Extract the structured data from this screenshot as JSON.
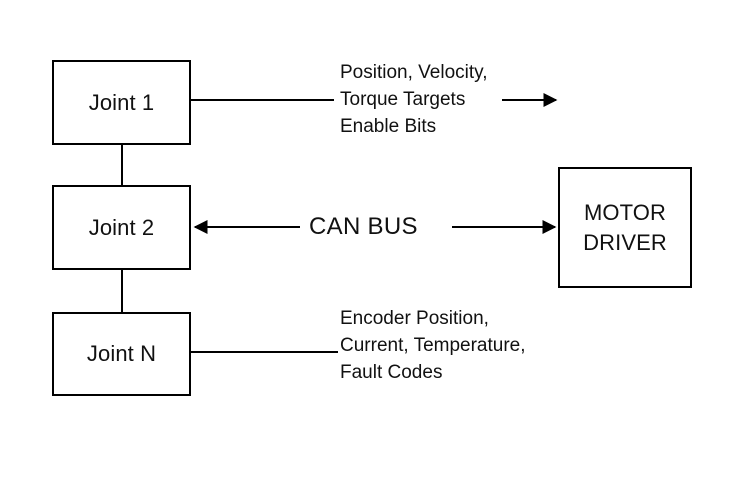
{
  "diagram": {
    "title": "CAN BUS joint-to-motor-driver communication diagram",
    "background_color": "#ffffff",
    "stroke_color": "#000000",
    "text_color": "#111111",
    "nodes": [
      {
        "id": "joint1",
        "label": "Joint 1"
      },
      {
        "id": "joint2",
        "label": "Joint 2"
      },
      {
        "id": "jointN",
        "label": "Joint N"
      },
      {
        "id": "motor_driver",
        "label": "MOTOR\nDRIVER"
      }
    ],
    "bus": {
      "label": "CAN BUS",
      "direction": "bidirectional"
    },
    "annotations": [
      {
        "id": "downstream",
        "text": "Position, Velocity,\nTorque Targets\nEnable Bits",
        "arrow": "right"
      },
      {
        "id": "upstream",
        "text": "Encoder Position,\nCurrent, Temperature,\nFault Codes",
        "arrow": "none"
      }
    ]
  }
}
